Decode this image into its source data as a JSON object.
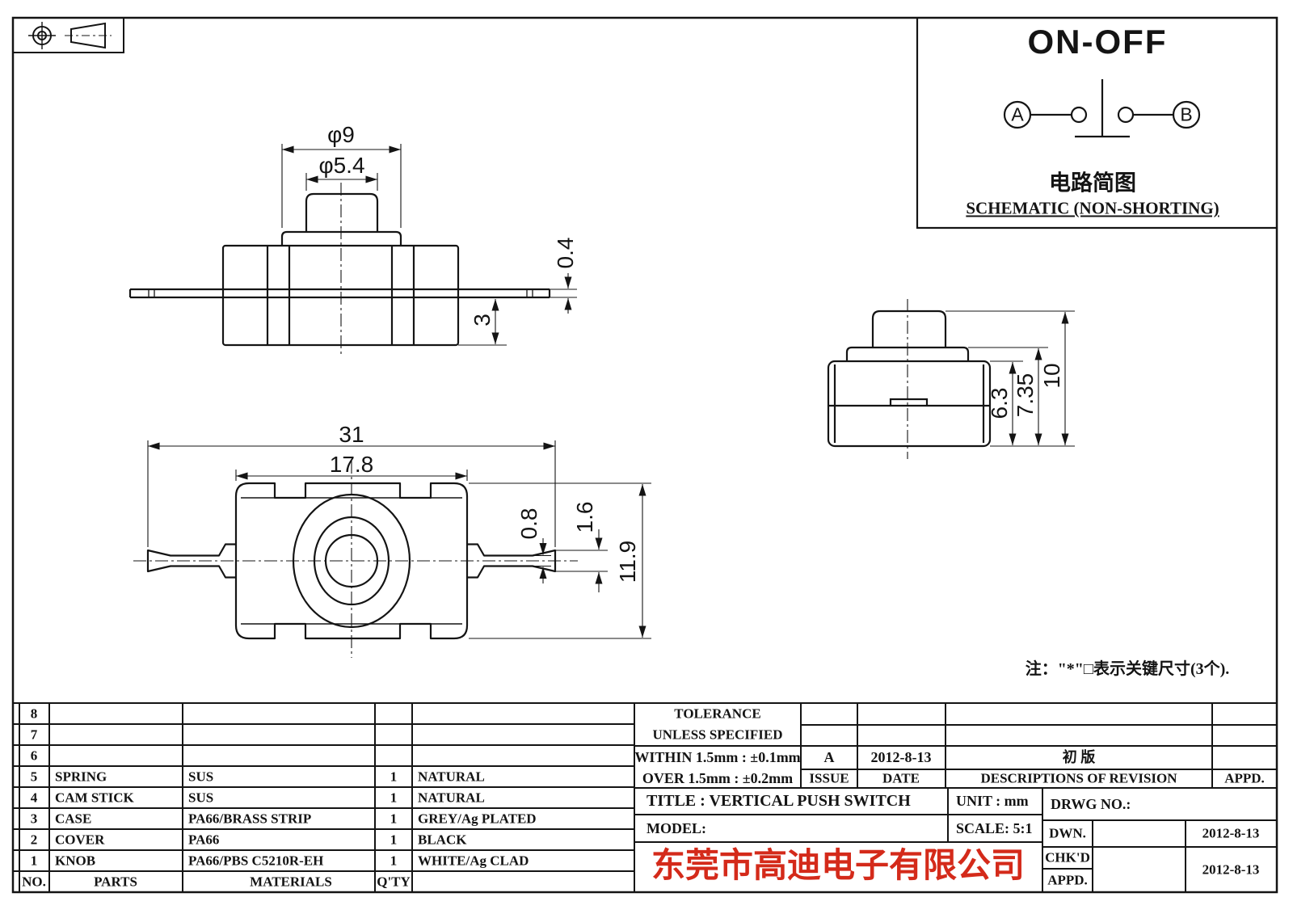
{
  "schematic": {
    "title": "ON-OFF",
    "terminal_a": "A",
    "terminal_b": "B",
    "caption_cn": "电路简图",
    "caption_en": "SCHEMATIC (NON-SHORTING)"
  },
  "dims": {
    "front": {
      "phi9": "φ9",
      "phi54": "φ5.4",
      "t04": "0.4",
      "h3": "3"
    },
    "side": {
      "h63": "6.3",
      "h735": "7.35",
      "h10": "10"
    },
    "top": {
      "w31": "31",
      "w178": "17.8",
      "t08": "0.8",
      "t16": "1.6",
      "h119": "11.9"
    }
  },
  "note": "注：\"*\"□表示关键尺寸(3个).",
  "parts_table": {
    "headers": {
      "no": "NO.",
      "parts": "PARTS",
      "materials": "MATERIALS",
      "qty": "Q'TY"
    },
    "rows": [
      {
        "no": "8",
        "part": "",
        "material": "",
        "qty": "",
        "finish": ""
      },
      {
        "no": "7",
        "part": "",
        "material": "",
        "qty": "",
        "finish": ""
      },
      {
        "no": "6",
        "part": "",
        "material": "",
        "qty": "",
        "finish": ""
      },
      {
        "no": "5",
        "part": "SPRING",
        "material": "SUS",
        "qty": "1",
        "finish": "NATURAL"
      },
      {
        "no": "4",
        "part": "CAM STICK",
        "material": "SUS",
        "qty": "1",
        "finish": "NATURAL"
      },
      {
        "no": "3",
        "part": "CASE",
        "material": "PA66/BRASS STRIP",
        "qty": "1",
        "finish": "GREY/Ag PLATED"
      },
      {
        "no": "2",
        "part": "COVER",
        "material": "PA66",
        "qty": "1",
        "finish": "BLACK"
      },
      {
        "no": "1",
        "part": "KNOB",
        "material": "PA66/PBS C5210R-EH",
        "qty": "1",
        "finish": "WHITE/Ag CLAD"
      }
    ]
  },
  "tolerance": {
    "line1": "TOLERANCE",
    "line2": "UNLESS  SPECIFIED",
    "within": "WITHIN 1.5mm : ±0.1mm",
    "over": "OVER 1.5mm : ±0.2mm"
  },
  "revision": {
    "issue_value": "A",
    "date_value": "2012-8-13",
    "description_value": "初 版",
    "issue_label": "ISSUE",
    "date_label": "DATE",
    "description_label": "DESCRIPTIONS OF REVISION",
    "appd_label": "APPD."
  },
  "title_block": {
    "title": "TITLE :  VERTICAL PUSH SWITCH",
    "unit": "UNIT :  mm",
    "drwg_no": "DRWG NO.:",
    "model": "MODEL:",
    "scale": "SCALE:  5:1",
    "dwn_label": "DWN.",
    "chkd_label": "CHK'D",
    "appd_label": "APPD.",
    "dwn_date": "2012-8-13",
    "chkd_date": "2012-8-13",
    "company": "东莞市高迪电子有限公司"
  },
  "colors": {
    "line": "#141414",
    "company_red": "#d42a1a"
  }
}
